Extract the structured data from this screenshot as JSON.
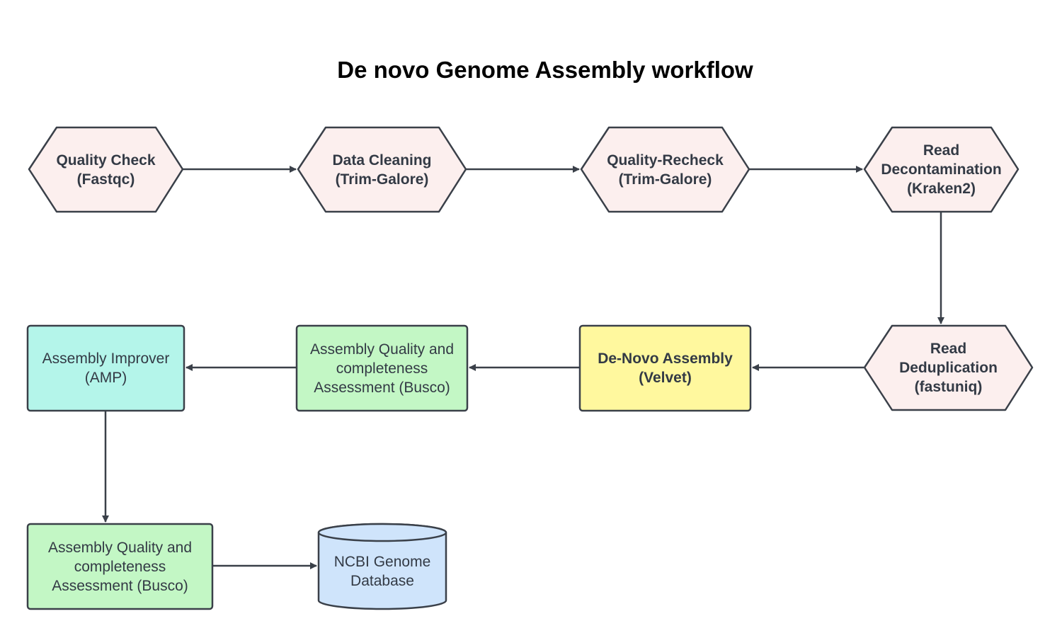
{
  "title": "De novo Genome Assembly workflow",
  "colors": {
    "stroke": "#3a4049",
    "hexagon_fill": "#fcefee",
    "cyan_fill": "#b4f5ea",
    "green_fill": "#c3f7c5",
    "yellow_fill": "#fff89e",
    "cylinder_fill": "#cfe4fb",
    "text": "#333a45"
  },
  "nodes": {
    "quality_check": {
      "lines": [
        "Quality Check",
        "(Fastqc)"
      ],
      "shape": "hexagon"
    },
    "data_cleaning": {
      "lines": [
        "Data Cleaning",
        "(Trim-Galore)"
      ],
      "shape": "hexagon"
    },
    "quality_recheck": {
      "lines": [
        "Quality-Recheck",
        "(Trim-Galore)"
      ],
      "shape": "hexagon"
    },
    "read_decontamination": {
      "lines": [
        "Read",
        "Decontamination",
        "(Kraken2)"
      ],
      "shape": "hexagon"
    },
    "read_deduplication": {
      "lines": [
        "Read",
        "Deduplication",
        "(fastuniq)"
      ],
      "shape": "hexagon"
    },
    "denovo_assembly": {
      "lines": [
        "De-Novo Assembly",
        "(Velvet)"
      ],
      "shape": "rectangle"
    },
    "assembly_quality_1": {
      "lines": [
        "Assembly Quality and",
        "completeness",
        "Assessment (Busco)"
      ],
      "shape": "rectangle"
    },
    "assembly_improver": {
      "lines": [
        "Assembly Improver",
        "(AMP)"
      ],
      "shape": "rectangle"
    },
    "assembly_quality_2": {
      "lines": [
        "Assembly Quality and",
        "completeness",
        "Assessment (Busco)"
      ],
      "shape": "rectangle"
    },
    "ncbi_database": {
      "lines": [
        "NCBI Genome",
        "Database"
      ],
      "shape": "cylinder"
    }
  },
  "edges": [
    {
      "from": "quality_check",
      "to": "data_cleaning"
    },
    {
      "from": "data_cleaning",
      "to": "quality_recheck"
    },
    {
      "from": "quality_recheck",
      "to": "read_decontamination"
    },
    {
      "from": "read_decontamination",
      "to": "read_deduplication"
    },
    {
      "from": "read_deduplication",
      "to": "denovo_assembly"
    },
    {
      "from": "denovo_assembly",
      "to": "assembly_quality_1"
    },
    {
      "from": "assembly_quality_1",
      "to": "assembly_improver"
    },
    {
      "from": "assembly_improver",
      "to": "assembly_quality_2"
    },
    {
      "from": "assembly_quality_2",
      "to": "ncbi_database"
    }
  ]
}
